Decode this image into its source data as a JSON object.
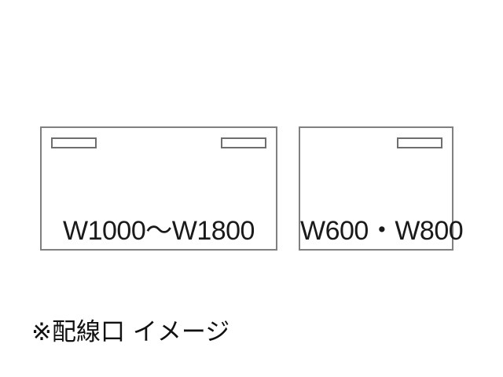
{
  "figure": {
    "background_color": "#ffffff",
    "line_color": "#808080",
    "port_line_color": "#6e6e6e",
    "text_color": "#1a1a1a",
    "caption": "※配線口 イメージ",
    "panels": [
      {
        "id": "wide-desk-panel",
        "label": "W1000〜W1800",
        "ports": [
          {
            "id": "port-left",
            "name": "cable-port-left"
          },
          {
            "id": "port-right",
            "name": "cable-port-right"
          }
        ]
      },
      {
        "id": "narrow-desk-panel",
        "label": "W600・W800",
        "ports": [
          {
            "id": "port-right",
            "name": "cable-port-right"
          }
        ]
      }
    ]
  }
}
